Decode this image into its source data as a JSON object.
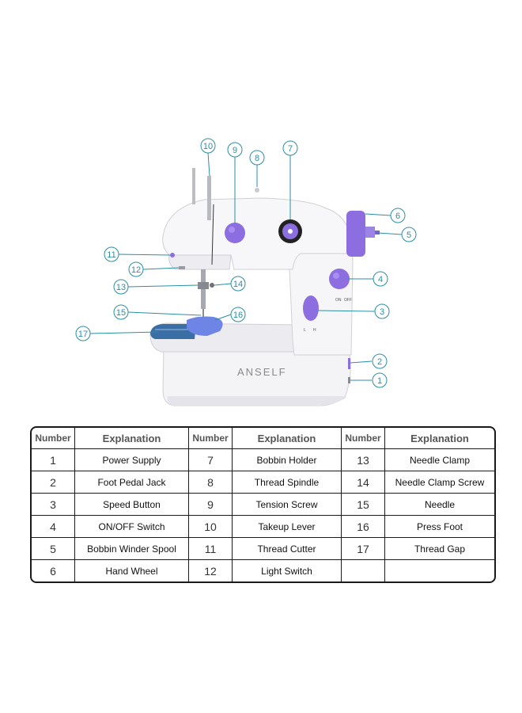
{
  "machine": {
    "brand": "ANSELF"
  },
  "switch_labels": {
    "on": "ON",
    "off": "OFF",
    "low": "L",
    "high": "H"
  },
  "colors": {
    "accent": "#8c6ee0",
    "callout": "#2a8fa3",
    "body": "#f4f4f6",
    "tray": "#3a6fa6"
  },
  "callouts": [
    "1",
    "2",
    "3",
    "4",
    "5",
    "6",
    "7",
    "8",
    "9",
    "10",
    "11",
    "12",
    "13",
    "14",
    "15",
    "16",
    "17"
  ],
  "table": {
    "headers": [
      "Number",
      "Explanation",
      "Number",
      "Explanation",
      "Number",
      "Explanation"
    ],
    "rows": [
      [
        "1",
        "Power Supply",
        "7",
        "Bobbin Holder",
        "13",
        "Needle Clamp"
      ],
      [
        "2",
        "Foot Pedal Jack",
        "8",
        "Thread Spindle",
        "14",
        "Needle Clamp Screw"
      ],
      [
        "3",
        "Speed Button",
        "9",
        "Tension Screw",
        "15",
        "Needle"
      ],
      [
        "4",
        "ON/OFF Switch",
        "10",
        "Takeup Lever",
        "16",
        "Press Foot"
      ],
      [
        "5",
        "Bobbin Winder Spool",
        "11",
        "Thread Cutter",
        "17",
        "Thread Gap"
      ],
      [
        "6",
        "Hand Wheel",
        "12",
        "Light Switch",
        "",
        ""
      ]
    ]
  }
}
